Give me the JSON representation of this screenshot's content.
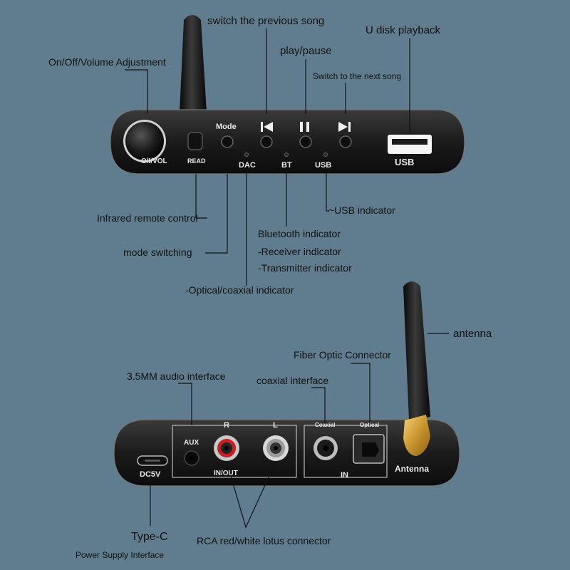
{
  "front_labels": {
    "on_off_volume": "On/Off/Volume Adjustment",
    "previous_song": "switch the previous song",
    "play_pause": "play/pause",
    "next_song": "Switch to the next song",
    "u_disk": "U disk playback",
    "infrared": "Infrared remote control",
    "mode_switching": "mode switching",
    "usb_indicator": "~USB indicator",
    "bluetooth_indicator": "Bluetooth indicator",
    "receiver_indicator": "-Receiver indicator",
    "transmitter_indicator": "-Transmitter indicator",
    "optical_coaxial_indicator": "-Optical/coaxial indicator"
  },
  "front_device": {
    "knob_text": "O/I/VOL",
    "read": "READ",
    "mode": "Mode",
    "dac": "DAC",
    "bt": "BT",
    "usb_small": "USB",
    "usb_port": "USB"
  },
  "back_labels": {
    "antenna": "antenna",
    "fiber_optic": "Fiber Optic Connector",
    "audio_35": "3.5MM audio interface",
    "coaxial": "coaxial interface",
    "type_c": "Type-C",
    "power_supply": "Power Supply Interface",
    "rca": "RCA red/white lotus connector"
  },
  "back_device": {
    "aux": "AUX",
    "r": "R",
    "l": "L",
    "in_out": "IN/OUT",
    "coaxial": "Coaxial",
    "optical": "Optical",
    "in": "IN",
    "dc5v": "DC5V",
    "antenna": "Antenna"
  }
}
